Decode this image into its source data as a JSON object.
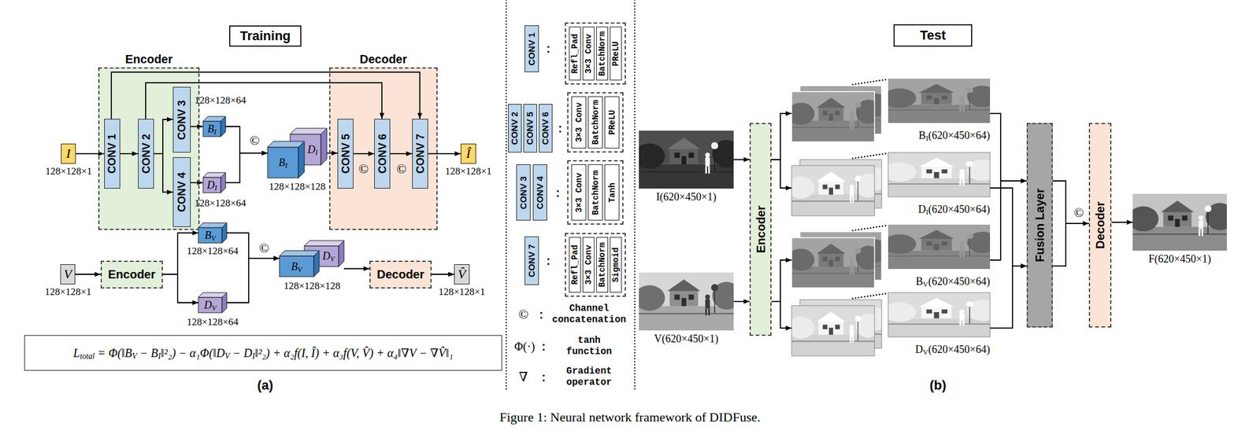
{
  "diagram": {
    "caption": "Figure 1: Neural network framework of DIDFuse.",
    "nodes": [
      {
        "text": [
          "Training"
        ]
      },
      {
        "text": [
          "Encoder"
        ]
      },
      {
        "text": [
          "CONV 1"
        ],
        "in": 1
      },
      {
        "text": [
          "CONV 2"
        ],
        "in": 1
      },
      {
        "text": [
          "CONV 3"
        ],
        "in": 1
      },
      {
        "text": [
          "CONV 4"
        ],
        "in": 1
      },
      {
        "text": [
          "Decoder"
        ]
      },
      {
        "text": [
          "CONV 5"
        ],
        "in": 6
      },
      {
        "text": [
          "CONV 6"
        ],
        "in": 6
      },
      {
        "text": [
          "CONV 7"
        ],
        "in": 6
      },
      {
        "text": [
          "I"
        ]
      },
      {
        "text": [
          "Î"
        ]
      },
      {
        "text": [
          "BI"
        ]
      },
      {
        "text": [
          "DI"
        ]
      },
      {
        "text": [
          "BI",
          "DI"
        ]
      },
      {
        "text": [
          "V"
        ]
      },
      {
        "text": [
          "Encoder"
        ]
      },
      {
        "text": [
          "BV"
        ]
      },
      {
        "text": [
          "DV"
        ]
      },
      {
        "text": [
          "BV",
          "DV"
        ]
      },
      {
        "text": [
          "Decoder"
        ]
      },
      {
        "text": [
          "V̂"
        ]
      },
      {
        "text": [
          "Ltotal = Φ(‖BV − BI‖²₂) − α₁Φ(‖DV − DI‖²₂) + α₂f(I, Î) + α₃f(V, V̂) + α₄‖∇V − ∇V̂‖₁"
        ]
      },
      {
        "text": [
          "CONV 1"
        ]
      },
      {
        "text": [
          "Refl_Pad",
          "3×3 Conv",
          "BatchNorm",
          "PReLU"
        ]
      },
      {
        "text": [
          "CONV 2"
        ]
      },
      {
        "text": [
          "CONV 5"
        ]
      },
      {
        "text": [
          "CONV 6"
        ]
      },
      {
        "text": [
          "3×3 Conv",
          "BatchNorm",
          "PReLU"
        ]
      },
      {
        "text": [
          "CONV 3"
        ]
      },
      {
        "text": [
          "CONV 4"
        ]
      },
      {
        "text": [
          "3×3 Conv",
          "BatchNorm",
          "Tanh"
        ]
      },
      {
        "text": [
          "CONV 7"
        ]
      },
      {
        "text": [
          "Refl_Pad",
          "3×3 Conv",
          "BatchNorm",
          "Sigmoid"
        ]
      },
      {
        "text": [
          "Test"
        ]
      },
      {
        "text": [
          "I(620×450×1)"
        ]
      },
      {
        "text": [
          "V(620×450×1)"
        ]
      },
      {
        "text": [
          "Encoder"
        ]
      },
      {
        "text": [
          "BI(620×450×64)"
        ]
      },
      {
        "text": [
          "DI(620×450×64)"
        ]
      },
      {
        "text": [
          "BV(620×450×64)"
        ]
      },
      {
        "text": [
          "DV(620×450×64)"
        ]
      },
      {
        "text": [
          "Fusion Layer"
        ]
      },
      {
        "text": [
          "Decoder"
        ]
      },
      {
        "text": [
          "F(620×450×1)"
        ]
      }
    ],
    "edges": [
      {
        "from": 10,
        "to": 2,
        "arrow": "to"
      },
      {
        "from": 2,
        "to": 3,
        "arrow": "to"
      },
      {
        "from": 3,
        "to": 4,
        "arrow": "to"
      },
      {
        "from": 3,
        "to": 5,
        "arrow": "to"
      },
      {
        "from": 4,
        "to": 12,
        "arrow": "to"
      },
      {
        "from": 5,
        "to": 13,
        "arrow": "to"
      },
      {
        "from": 12,
        "to": 14,
        "arrow": "to"
      },
      {
        "from": 13,
        "to": 14,
        "arrow": "to"
      },
      {
        "from": 14,
        "to": 7,
        "arrow": "to"
      },
      {
        "from": 7,
        "to": 8,
        "arrow": "to"
      },
      {
        "from": 8,
        "to": 9,
        "arrow": "to"
      },
      {
        "from": 9,
        "to": 11,
        "arrow": "to"
      },
      {
        "from": 2,
        "to": 9,
        "arrow": "to"
      },
      {
        "from": 3,
        "to": 8,
        "arrow": "to"
      },
      {
        "from": 15,
        "to": 16,
        "arrow": "to"
      },
      {
        "from": 16,
        "to": 17,
        "arrow": "to"
      },
      {
        "from": 16,
        "to": 18,
        "arrow": "to"
      },
      {
        "from": 17,
        "to": 19,
        "arrow": "to"
      },
      {
        "from": 18,
        "to": 19,
        "arrow": "to"
      },
      {
        "from": 19,
        "to": 20,
        "arrow": "to"
      },
      {
        "from": 20,
        "to": 21,
        "arrow": "to"
      },
      {
        "from": 35,
        "to": 37,
        "arrow": "to"
      },
      {
        "from": 36,
        "to": 37,
        "arrow": "to"
      },
      {
        "from": 37,
        "to": 38,
        "arrow": "to"
      },
      {
        "from": 37,
        "to": 39,
        "arrow": "to"
      },
      {
        "from": 37,
        "to": 40,
        "arrow": "to"
      },
      {
        "from": 37,
        "to": 41,
        "arrow": "to"
      },
      {
        "from": 38,
        "to": 42,
        "arrow": "to"
      },
      {
        "from": 40,
        "to": 42,
        "arrow": "to"
      },
      {
        "from": 39,
        "to": 42,
        "arrow": "to"
      },
      {
        "from": 41,
        "to": 42,
        "arrow": "to"
      },
      {
        "from": 42,
        "to": 43,
        "arrow": "to"
      },
      {
        "from": 43,
        "to": 44,
        "arrow": "to"
      }
    ],
    "labels": [
      "128×128×64",
      "128×128×64",
      "©",
      "128×128×128",
      "©",
      "©",
      "128×128×1",
      "128×128×1",
      "128×128×1",
      "128×128×64",
      "128×128×64",
      "©",
      "128×128×128",
      "128×128×1",
      "(a)",
      ":",
      ":",
      ":",
      ":",
      "©",
      ":",
      "Channel concatenation",
      "Φ(·)",
      ":",
      "tanh function",
      "∇",
      ":",
      "Gradient operator",
      "©",
      "(b)"
    ]
  }
}
